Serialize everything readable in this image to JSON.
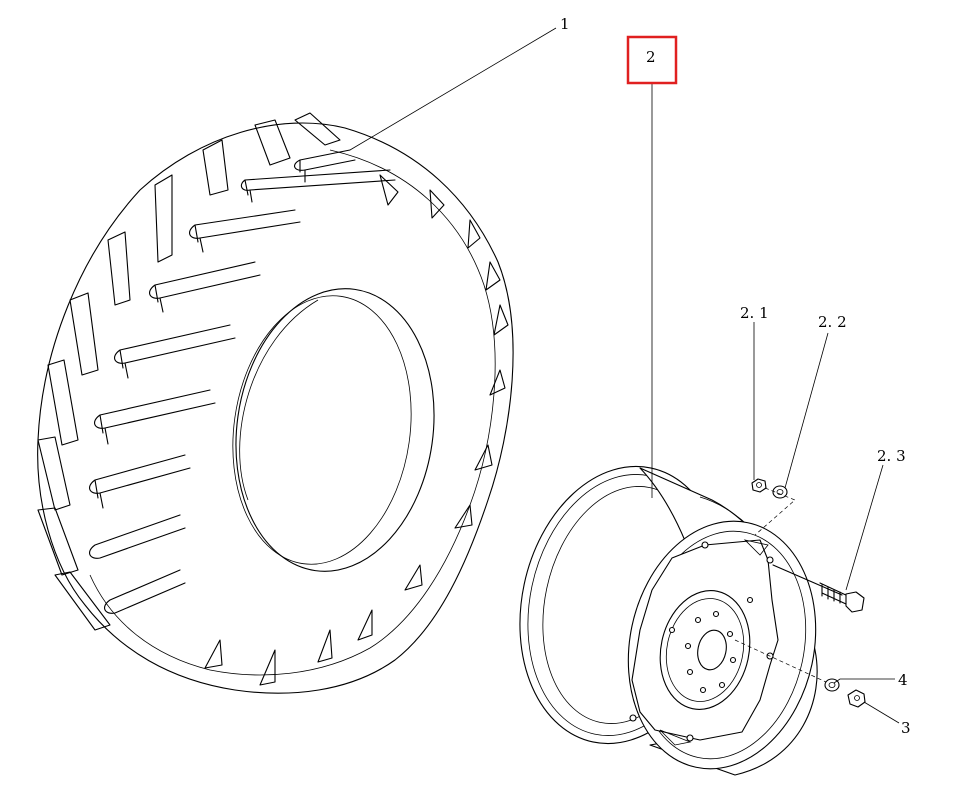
{
  "diagram": {
    "callouts": [
      {
        "id": "tyre",
        "label": "1"
      },
      {
        "id": "wheel",
        "label": "2",
        "highlighted": true
      },
      {
        "id": "nut",
        "label": "2. 1"
      },
      {
        "id": "washer",
        "label": "2. 2"
      },
      {
        "id": "bolt",
        "label": "2. 3"
      },
      {
        "id": "hub-nut",
        "label": "3"
      },
      {
        "id": "hub-washer",
        "label": "4"
      }
    ],
    "highlight_color": "#e02020"
  }
}
